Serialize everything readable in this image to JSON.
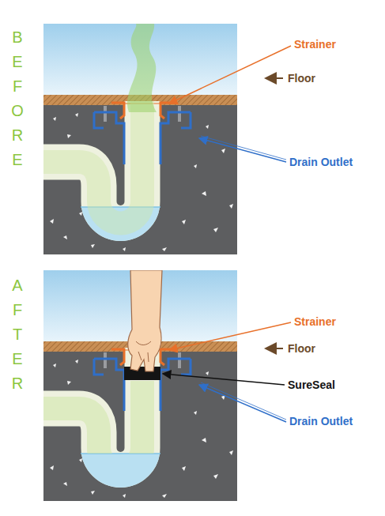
{
  "diagram": {
    "labels": [
      "BEFORE",
      "Strainer",
      "Floor",
      "Drain Outlet",
      "AFTER",
      "Strainer",
      "Floor",
      "SureSeal",
      "Drain Outlet"
    ]
  }
}
